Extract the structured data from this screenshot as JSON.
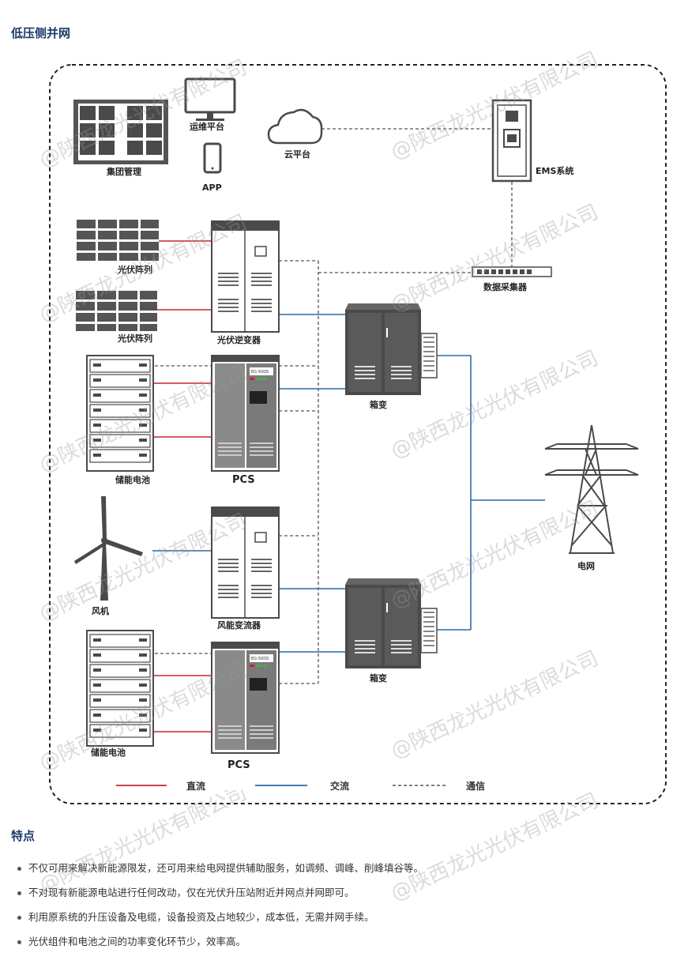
{
  "colors": {
    "dc": "#c8262d",
    "ac": "#2a6aa8",
    "comm": "#555555",
    "title": "#1e3a6b",
    "equipment": "#4a4a4a"
  },
  "header": {
    "title": "低压侧并网"
  },
  "diagram": {
    "labels": {
      "group_mgmt": "集团管理",
      "ops_platform": "运维平台",
      "app": "APP",
      "cloud": "云平台",
      "ems": "EMS系统",
      "data_collector": "数据采集器",
      "pv_array_1": "光伏阵列",
      "pv_array_2": "光伏阵列",
      "pv_inverter": "光伏逆变器",
      "battery_1": "储能电池",
      "pcs_1": "PCS",
      "box_transformer_1": "箱变",
      "wind_turbine": "风机",
      "wind_converter": "风能变流器",
      "battery_2": "储能电池",
      "pcs_2": "PCS",
      "box_transformer_2": "箱变",
      "grid": "电网",
      "pcs_model_1": "EG-50DS",
      "pcs_model_2": "EG-50DS"
    },
    "legend": {
      "dc": "直流",
      "ac": "交流",
      "comm": "通信"
    },
    "watermark": "@陕西龙光光伏有限公司"
  },
  "features": {
    "title": "特点",
    "items": [
      "不仅可用来解决新能源限发，还可用来给电网提供辅助服务，如调频、调峰、削峰填谷等。",
      "不对现有新能源电站进行任何改动，仅在光伏升压站附近并网点并网即可。",
      "利用原系统的升压设备及电缆，设备投资及占地较少，成本低，无需并网手续。",
      "光伏组件和电池之间的功率变化环节少，效率高。"
    ]
  }
}
